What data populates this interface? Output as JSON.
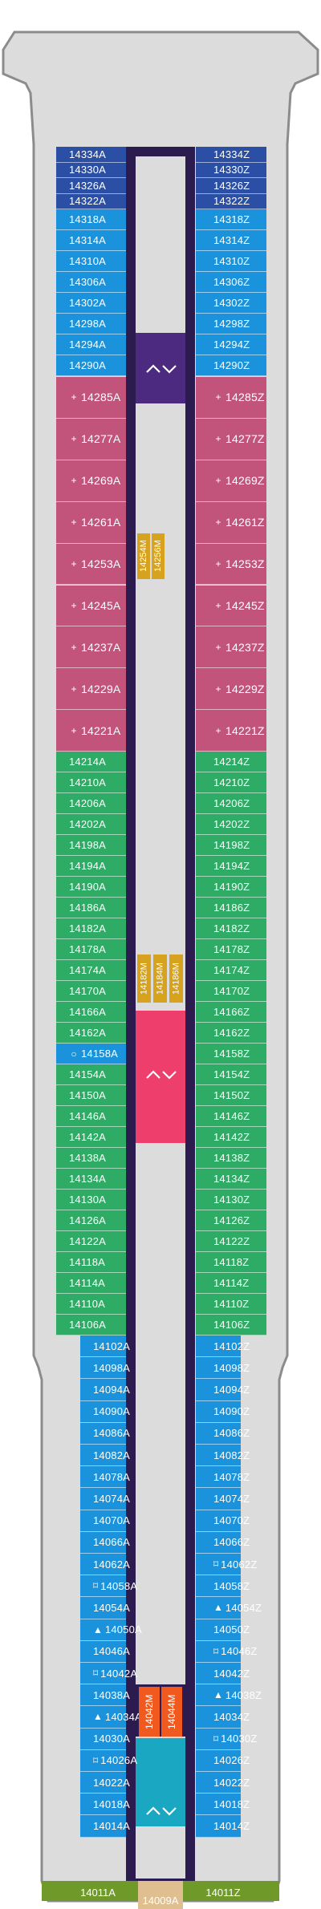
{
  "deck": {
    "colors": {
      "outline": "#8c8c8c",
      "hull_fill": "#dcdcdc",
      "corridor": "#2b1b4e",
      "suite_navy": "#2a4fa5",
      "balcony_blue": "#1b93dc",
      "spa_pink": "#c2537b",
      "oceanview_green": "#2eab64",
      "stair_purple": "#4b2a7f",
      "stair_pink": "#ee3e6b",
      "stair_teal": "#19a7c2",
      "closet_gold": "#d7a21d",
      "closet_orange": "#f05a1f",
      "aft_green": "#6f9a2a",
      "aft_tan": "#dfbe8f"
    },
    "left_cabins": [
      {
        "num": "14334A",
        "color": "navy"
      },
      {
        "num": "14330A",
        "color": "navy"
      },
      {
        "num": "14326A",
        "color": "navy"
      },
      {
        "num": "14322A",
        "color": "navy"
      },
      {
        "num": "14318A",
        "color": "blue"
      },
      {
        "num": "14314A",
        "color": "blue"
      },
      {
        "num": "14310A",
        "color": "blue"
      },
      {
        "num": "14306A",
        "color": "blue"
      },
      {
        "num": "14302A",
        "color": "blue"
      },
      {
        "num": "14298A",
        "color": "blue"
      },
      {
        "num": "14294A",
        "color": "blue"
      },
      {
        "num": "14290A",
        "color": "blue"
      },
      {
        "num": "14285A",
        "color": "pink",
        "sym": "+"
      },
      {
        "num": "14277A",
        "color": "pink",
        "sym": "+"
      },
      {
        "num": "14269A",
        "color": "pink",
        "sym": "+"
      },
      {
        "num": "14261A",
        "color": "pink",
        "sym": "+"
      },
      {
        "num": "14253A",
        "color": "pink",
        "sym": "+"
      },
      {
        "num": "14245A",
        "color": "pink",
        "sym": "+"
      },
      {
        "num": "14237A",
        "color": "pink",
        "sym": "+"
      },
      {
        "num": "14229A",
        "color": "pink",
        "sym": "+"
      },
      {
        "num": "14221A",
        "color": "pink",
        "sym": "+"
      },
      {
        "num": "14214A",
        "color": "green"
      },
      {
        "num": "14210A",
        "color": "green"
      },
      {
        "num": "14206A",
        "color": "green"
      },
      {
        "num": "14202A",
        "color": "green"
      },
      {
        "num": "14198A",
        "color": "green"
      },
      {
        "num": "14194A",
        "color": "green"
      },
      {
        "num": "14190A",
        "color": "green"
      },
      {
        "num": "14186A",
        "color": "green"
      },
      {
        "num": "14182A",
        "color": "green"
      },
      {
        "num": "14178A",
        "color": "green"
      },
      {
        "num": "14174A",
        "color": "green"
      },
      {
        "num": "14170A",
        "color": "green"
      },
      {
        "num": "14166A",
        "color": "green"
      },
      {
        "num": "14162A",
        "color": "green"
      },
      {
        "num": "14158A",
        "color": "blue",
        "sym": "○"
      },
      {
        "num": "14154A",
        "color": "green"
      },
      {
        "num": "14150A",
        "color": "green"
      },
      {
        "num": "14146A",
        "color": "green"
      },
      {
        "num": "14142A",
        "color": "green"
      },
      {
        "num": "14138A",
        "color": "green"
      },
      {
        "num": "14134A",
        "color": "green"
      },
      {
        "num": "14130A",
        "color": "green"
      },
      {
        "num": "14126A",
        "color": "green"
      },
      {
        "num": "14122A",
        "color": "green"
      },
      {
        "num": "14118A",
        "color": "green"
      },
      {
        "num": "14114A",
        "color": "green"
      },
      {
        "num": "14110A",
        "color": "green"
      },
      {
        "num": "14106A",
        "color": "green"
      },
      {
        "num": "14102A",
        "color": "blue"
      },
      {
        "num": "14098A",
        "color": "blue"
      },
      {
        "num": "14094A",
        "color": "blue"
      },
      {
        "num": "14090A",
        "color": "blue"
      },
      {
        "num": "14086A",
        "color": "blue"
      },
      {
        "num": "14082A",
        "color": "blue"
      },
      {
        "num": "14078A",
        "color": "blue"
      },
      {
        "num": "14074A",
        "color": "blue"
      },
      {
        "num": "14070A",
        "color": "blue"
      },
      {
        "num": "14066A",
        "color": "blue"
      },
      {
        "num": "14062A",
        "color": "blue"
      },
      {
        "num": "14058A",
        "color": "blue",
        "sym": "⌑"
      },
      {
        "num": "14054A",
        "color": "blue"
      },
      {
        "num": "14050A",
        "color": "blue",
        "sym": "▲"
      },
      {
        "num": "14046A",
        "color": "blue"
      },
      {
        "num": "14042A",
        "color": "blue",
        "sym": "⌑"
      },
      {
        "num": "14038A",
        "color": "blue"
      },
      {
        "num": "14034A",
        "color": "blue",
        "sym": "▲"
      },
      {
        "num": "14030A",
        "color": "blue"
      },
      {
        "num": "14026A",
        "color": "blue",
        "sym": "⌑"
      },
      {
        "num": "14022A",
        "color": "blue"
      },
      {
        "num": "14018A",
        "color": "blue"
      },
      {
        "num": "14014A",
        "color": "blue"
      }
    ],
    "right_cabins": [
      {
        "num": "14334Z",
        "color": "navy"
      },
      {
        "num": "14330Z",
        "color": "navy"
      },
      {
        "num": "14326Z",
        "color": "navy"
      },
      {
        "num": "14322Z",
        "color": "navy"
      },
      {
        "num": "14318Z",
        "color": "blue"
      },
      {
        "num": "14314Z",
        "color": "blue"
      },
      {
        "num": "14310Z",
        "color": "blue"
      },
      {
        "num": "14306Z",
        "color": "blue"
      },
      {
        "num": "14302Z",
        "color": "blue"
      },
      {
        "num": "14298Z",
        "color": "blue"
      },
      {
        "num": "14294Z",
        "color": "blue"
      },
      {
        "num": "14290Z",
        "color": "blue"
      },
      {
        "num": "14285Z",
        "color": "pink",
        "sym": "+"
      },
      {
        "num": "14277Z",
        "color": "pink",
        "sym": "+"
      },
      {
        "num": "14269Z",
        "color": "pink",
        "sym": "+"
      },
      {
        "num": "14261Z",
        "color": "pink",
        "sym": "+"
      },
      {
        "num": "14253Z",
        "color": "pink",
        "sym": "+"
      },
      {
        "num": "14245Z",
        "color": "pink",
        "sym": "+"
      },
      {
        "num": "14237Z",
        "color": "pink",
        "sym": "+"
      },
      {
        "num": "14229Z",
        "color": "pink",
        "sym": "+"
      },
      {
        "num": "14221Z",
        "color": "pink",
        "sym": "+"
      },
      {
        "num": "14214Z",
        "color": "green"
      },
      {
        "num": "14210Z",
        "color": "green"
      },
      {
        "num": "14206Z",
        "color": "green"
      },
      {
        "num": "14202Z",
        "color": "green"
      },
      {
        "num": "14198Z",
        "color": "green"
      },
      {
        "num": "14194Z",
        "color": "green"
      },
      {
        "num": "14190Z",
        "color": "green"
      },
      {
        "num": "14186Z",
        "color": "green"
      },
      {
        "num": "14182Z",
        "color": "green"
      },
      {
        "num": "14178Z",
        "color": "green"
      },
      {
        "num": "14174Z",
        "color": "green"
      },
      {
        "num": "14170Z",
        "color": "green"
      },
      {
        "num": "14166Z",
        "color": "green"
      },
      {
        "num": "14162Z",
        "color": "green"
      },
      {
        "num": "14158Z",
        "color": "green"
      },
      {
        "num": "14154Z",
        "color": "green"
      },
      {
        "num": "14150Z",
        "color": "green"
      },
      {
        "num": "14146Z",
        "color": "green"
      },
      {
        "num": "14142Z",
        "color": "green"
      },
      {
        "num": "14138Z",
        "color": "green"
      },
      {
        "num": "14134Z",
        "color": "green"
      },
      {
        "num": "14130Z",
        "color": "green"
      },
      {
        "num": "14126Z",
        "color": "green"
      },
      {
        "num": "14122Z",
        "color": "green"
      },
      {
        "num": "14118Z",
        "color": "green"
      },
      {
        "num": "14114Z",
        "color": "green"
      },
      {
        "num": "14110Z",
        "color": "green"
      },
      {
        "num": "14106Z",
        "color": "green"
      },
      {
        "num": "14102Z",
        "color": "blue"
      },
      {
        "num": "14098Z",
        "color": "blue"
      },
      {
        "num": "14094Z",
        "color": "blue"
      },
      {
        "num": "14090Z",
        "color": "blue"
      },
      {
        "num": "14086Z",
        "color": "blue"
      },
      {
        "num": "14082Z",
        "color": "blue"
      },
      {
        "num": "14078Z",
        "color": "blue"
      },
      {
        "num": "14074Z",
        "color": "blue"
      },
      {
        "num": "14070Z",
        "color": "blue"
      },
      {
        "num": "14066Z",
        "color": "blue"
      },
      {
        "num": "14062Z",
        "color": "blue",
        "sym": "⌑"
      },
      {
        "num": "14058Z",
        "color": "blue"
      },
      {
        "num": "14054Z",
        "color": "blue",
        "sym": "▲"
      },
      {
        "num": "14050Z",
        "color": "blue"
      },
      {
        "num": "14046Z",
        "color": "blue",
        "sym": "⌑"
      },
      {
        "num": "14042Z",
        "color": "blue"
      },
      {
        "num": "14038Z",
        "color": "blue",
        "sym": "▲"
      },
      {
        "num": "14034Z",
        "color": "blue"
      },
      {
        "num": "14030Z",
        "color": "blue",
        "sym": "⌑"
      },
      {
        "num": "14026Z",
        "color": "blue"
      },
      {
        "num": "14022Z",
        "color": "blue"
      },
      {
        "num": "14018Z",
        "color": "blue"
      },
      {
        "num": "14014Z",
        "color": "blue"
      }
    ],
    "center_labels": {
      "m254": "14254M",
      "m256": "14256M",
      "m182": "14182M",
      "m184": "14184M",
      "m186": "14186M",
      "m042": "14042M",
      "m044": "14044M",
      "aft_left": "14011A",
      "aft_center": "14009A",
      "aft_right": "14011Z"
    },
    "icons": {
      "pink_cabin_marker": "plus-icon",
      "accessible_marker": "circle-icon",
      "connecting_marker": "connecting-room-icon",
      "triangle_marker": "triangle-icon",
      "stair_elevator": "elevator-arrows-icon",
      "female_marker": "female-symbol-icon"
    }
  }
}
